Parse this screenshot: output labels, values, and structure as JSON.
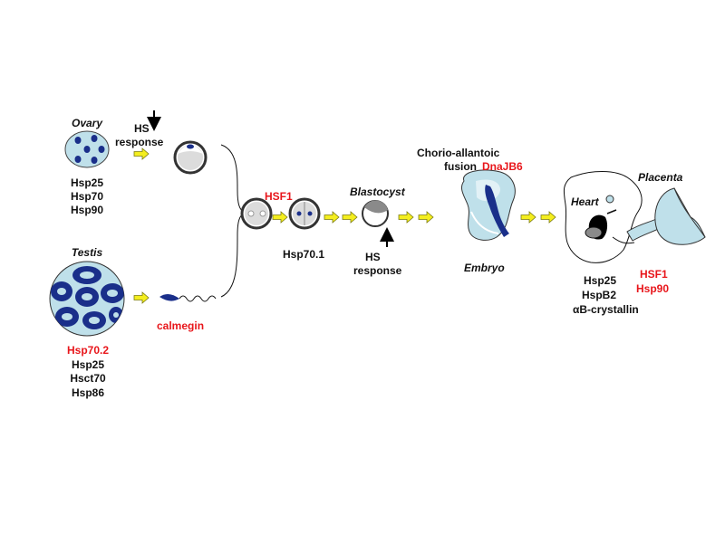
{
  "colors": {
    "red": "#e8161b",
    "navy": "#1a2f8a",
    "light_blue": "#bfe0ea",
    "arrow_yellow": "#f4ee1e",
    "cell_grey": "#8a8a8a"
  },
  "ovary": {
    "title": "Ovary",
    "proteins": [
      "Hsp25",
      "Hsp70",
      "Hsp90"
    ],
    "hs_response": [
      "HS",
      "response"
    ]
  },
  "testis": {
    "title": "Testis",
    "proteins_red": [
      "Hsp70.2"
    ],
    "proteins": [
      "Hsp25",
      "Hsct70",
      "Hsp86"
    ],
    "sperm_label": "calmegin"
  },
  "zygote": {
    "factor": "HSF1",
    "protein": "Hsp70.1"
  },
  "blastocyst": {
    "title": "Blastocyst",
    "hs_response": [
      "HS",
      "response"
    ]
  },
  "embryo": {
    "label": "Chorio-allantoic",
    "label_line2": "fusion",
    "factor": "DnaJB6",
    "title": "Embryo"
  },
  "heart": {
    "title": "Heart",
    "proteins": [
      "Hsp25",
      "HspB2",
      "αB-crystallin"
    ]
  },
  "placenta": {
    "title": "Placenta",
    "proteins": [
      "HSF1",
      "Hsp90"
    ]
  },
  "icons": {
    "down_arrow": "down-arrow-icon",
    "up_arrow": "up-arrow-icon",
    "flow_arrow": "yellow-flow-arrow-icon",
    "brace": "right-brace-icon"
  }
}
